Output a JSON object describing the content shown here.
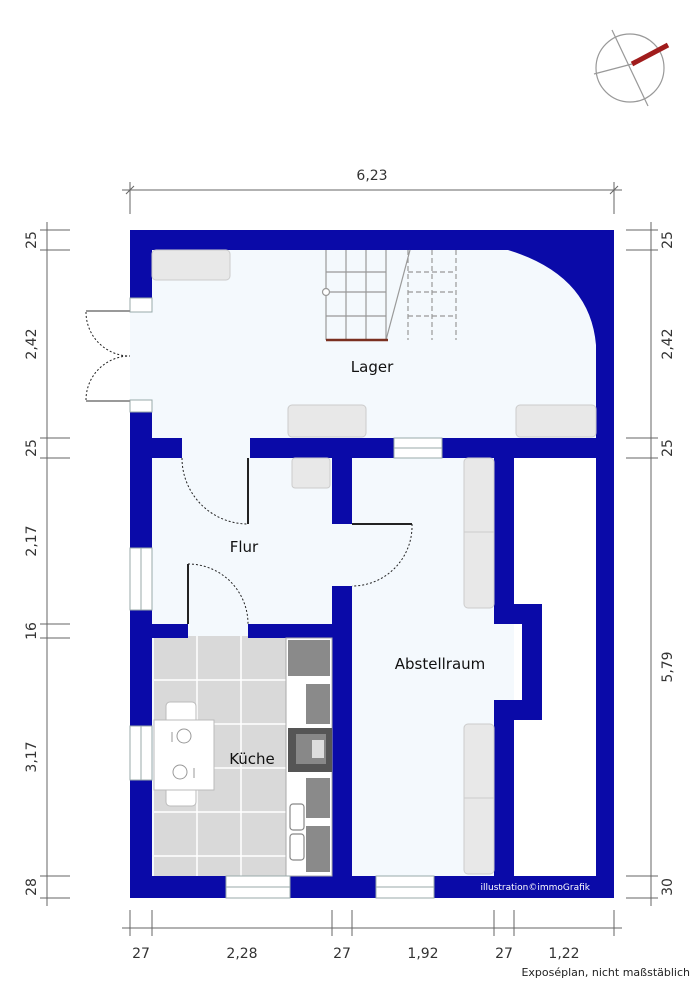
{
  "rooms": {
    "lager": "Lager",
    "flur": "Flur",
    "abstellraum": "Abstellraum",
    "kueche": "Küche"
  },
  "dimensions": {
    "top": "6,23",
    "left": [
      "25",
      "2,42",
      "25",
      "2,17",
      "16",
      "3,17",
      "28"
    ],
    "right": [
      "25",
      "2,42",
      "25",
      "5,79",
      "30"
    ],
    "bottom": [
      "27",
      "2,28",
      "27",
      "1,92",
      "27",
      "1,22"
    ]
  },
  "credit": "illustration©immoGrafik",
  "caption": "Exposéplan, nicht maßstäblich",
  "colors": {
    "wall": "#0a0aa8",
    "floor": "#f4f9fd",
    "kitchen_tile": "#d9d9d9",
    "dimension_line": "#666666",
    "compass_needle": "#a01c1c"
  },
  "icons": [
    "compass-icon",
    "staircase-icon",
    "table-icon",
    "stove-icon",
    "sink-icon",
    "door-icon",
    "window-icon"
  ]
}
